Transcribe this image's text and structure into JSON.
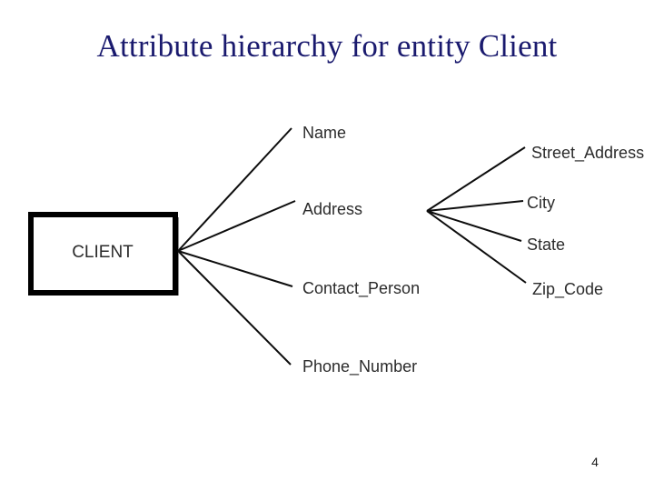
{
  "slide": {
    "title": "Attribute hierarchy for entity Client",
    "page_number": "4",
    "title_color": "#1a1a6e",
    "line_color": "#0d0d0d",
    "text_color": "#2b2b2b"
  },
  "entity": {
    "name": "CLIENT"
  },
  "attributes": [
    {
      "label": "Name"
    },
    {
      "label": "Address"
    },
    {
      "label": "Contact_Person"
    },
    {
      "label": "Phone_Number"
    }
  ],
  "sub_attributes": [
    {
      "label": "Street_Address"
    },
    {
      "label": "City"
    },
    {
      "label": "State"
    },
    {
      "label": "Zip_Code"
    }
  ]
}
